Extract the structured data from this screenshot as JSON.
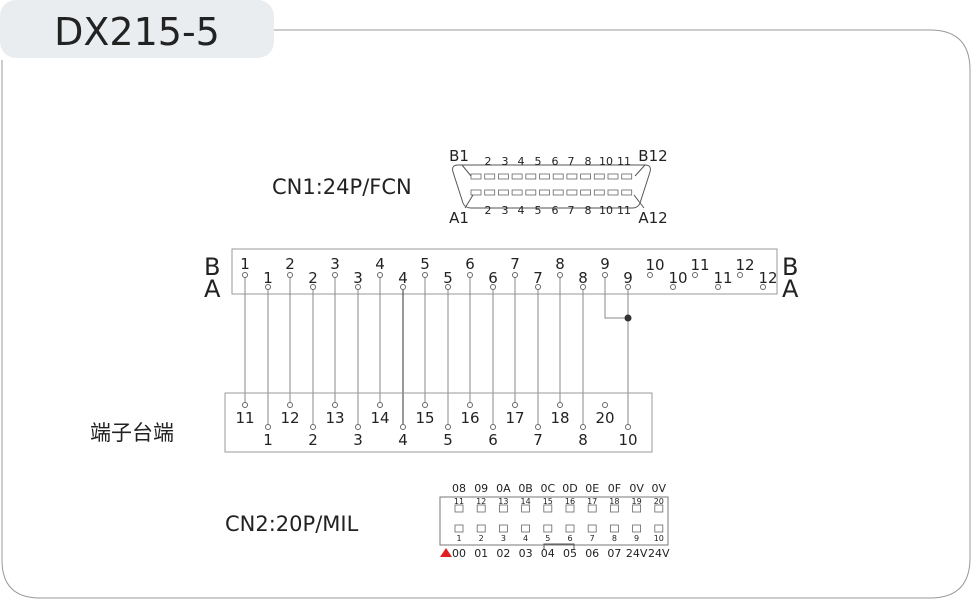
{
  "title": "DX215-5",
  "cn1": {
    "label": "CN1:24P/FCN",
    "top_labels": [
      "B1",
      "2",
      "3",
      "4",
      "5",
      "6",
      "7",
      "8",
      "10",
      "11",
      "B12"
    ],
    "bottom_labels": [
      "A1",
      "2",
      "3",
      "4",
      "5",
      "6",
      "7",
      "8",
      "10",
      "11",
      "A12"
    ]
  },
  "terminal_row": {
    "side_b": "B",
    "side_a": "A",
    "b_pins": [
      "1",
      "2",
      "3",
      "4",
      "5",
      "6",
      "7",
      "8",
      "9",
      "10",
      "11",
      "12"
    ],
    "a_pins": [
      "1",
      "2",
      "3",
      "4",
      "5",
      "6",
      "7",
      "8",
      "9",
      "10",
      "11",
      "12"
    ]
  },
  "terminal_block": {
    "label": "端子台端",
    "upper": [
      "11",
      "12",
      "13",
      "14",
      "15",
      "16",
      "17",
      "18",
      "20"
    ],
    "lower": [
      "1",
      "2",
      "3",
      "4",
      "5",
      "6",
      "7",
      "8",
      "10"
    ]
  },
  "cn2": {
    "label": "CN2:20P/MIL",
    "top_signals": [
      "08",
      "09",
      "0A",
      "0B",
      "0C",
      "0D",
      "0E",
      "0F",
      "0V",
      "0V"
    ],
    "top_pins": [
      "11",
      "12",
      "13",
      "14",
      "15",
      "16",
      "17",
      "18",
      "19",
      "20"
    ],
    "bottom_pins": [
      "1",
      "2",
      "3",
      "4",
      "5",
      "6",
      "7",
      "8",
      "9",
      "10"
    ],
    "bottom_signals": [
      "00",
      "01",
      "02",
      "03",
      "04",
      "05",
      "06",
      "07",
      "24V",
      "24V"
    ],
    "marker_color": "#e02020"
  },
  "colors": {
    "tab_bg": "#e9edf0",
    "line": "#888888",
    "text": "#222222"
  }
}
